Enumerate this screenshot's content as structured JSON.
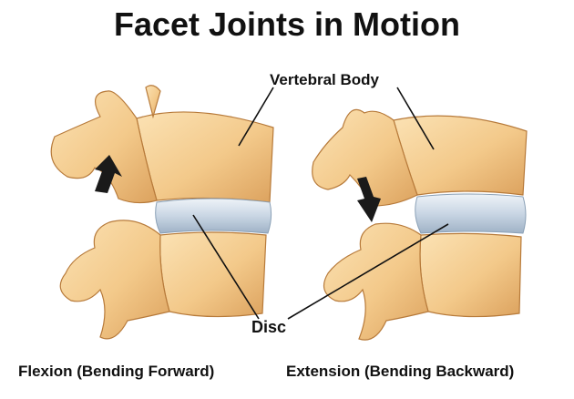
{
  "title": "Facet Joints in Motion",
  "labels": {
    "vertebral_body": "Vertebral Body",
    "disc": "Disc"
  },
  "captions": {
    "left": "Flexion (Bending Forward)",
    "right": "Extension (Bending Backward)"
  },
  "colors": {
    "bone": "#f3c98a",
    "bone_shadow": "#d99a52",
    "bone_outline": "#b77a3a",
    "disc": "#c9d6e4",
    "disc_highlight": "#eef3f8",
    "arrow": "#1a1a1a",
    "leader_line": "#111111"
  },
  "icons": {
    "left_arrow": "arrow-up-icon",
    "right_arrow": "arrow-down-icon"
  }
}
